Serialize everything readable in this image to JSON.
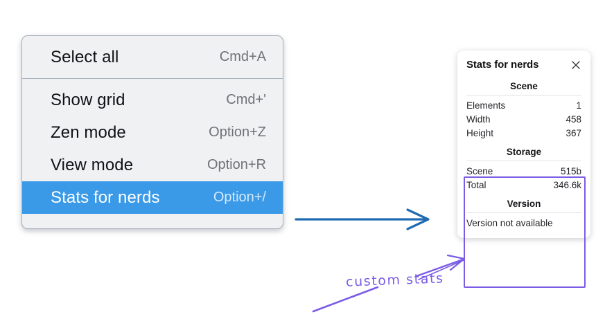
{
  "context_menu": {
    "name": "canvas-context-menu",
    "sections": [
      {
        "items": [
          {
            "label": "Select all",
            "shortcut": "Cmd+A",
            "selected": false
          }
        ]
      },
      {
        "items": [
          {
            "label": "Show grid",
            "shortcut": "Cmd+'",
            "selected": false
          },
          {
            "label": "Zen mode",
            "shortcut": "Option+Z",
            "selected": false
          },
          {
            "label": "View mode",
            "shortcut": "Option+R",
            "selected": false
          },
          {
            "label": "Stats for nerds",
            "shortcut": "Option+/",
            "selected": true
          }
        ]
      }
    ],
    "items": {
      "select_all": {
        "label": "Select all",
        "shortcut": "Cmd+A"
      },
      "show_grid": {
        "label": "Show grid",
        "shortcut": "Cmd+'"
      },
      "zen_mode": {
        "label": "Zen mode",
        "shortcut": "Option+Z"
      },
      "view_mode": {
        "label": "View mode",
        "shortcut": "Option+R"
      },
      "stats_for_nerds": {
        "label": "Stats for nerds",
        "shortcut": "Option+/"
      }
    },
    "highlight_color": "#3b9ae8"
  },
  "stats_panel": {
    "title": "Stats for nerds",
    "close_icon": "close-icon",
    "scene": {
      "heading": "Scene",
      "rows": [
        {
          "key": "Elements",
          "value": "1"
        },
        {
          "key": "Width",
          "value": "458"
        },
        {
          "key": "Height",
          "value": "367"
        }
      ]
    },
    "storage": {
      "heading": "Storage",
      "rows": [
        {
          "key": "Scene",
          "value": "515b"
        },
        {
          "key": "Total",
          "value": "346.6k"
        }
      ]
    },
    "version": {
      "heading": "Version",
      "text": "Version not available"
    }
  },
  "annotations": {
    "handwritten_label": "custom stats",
    "handwriting_color": "#7b5ce5",
    "box_color": "#7b5ce5",
    "blue_arrow_color": "#1f6bb0"
  }
}
